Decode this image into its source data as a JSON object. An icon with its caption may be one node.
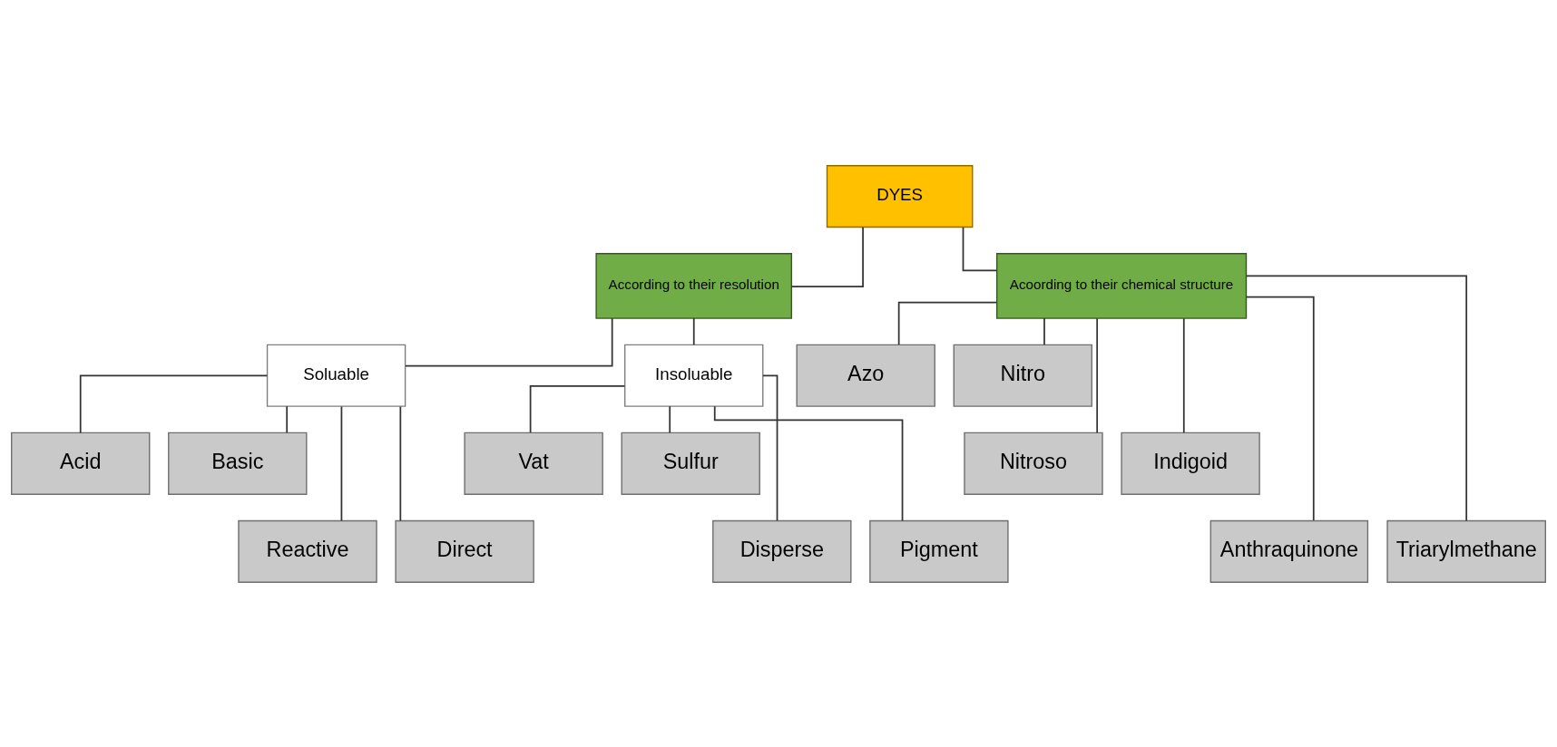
{
  "diagram": {
    "nodes": [
      {
        "text": [
          "DYES"
        ]
      },
      {
        "text": [
          "According to their resolution"
        ]
      },
      {
        "text": [
          "Acoording to their chemical structure"
        ]
      },
      {
        "text": [
          "Soluable"
        ]
      },
      {
        "text": [
          "Insoluable"
        ]
      },
      {
        "text": [
          "Acid"
        ]
      },
      {
        "text": [
          "Basic"
        ]
      },
      {
        "text": [
          "Reactive"
        ]
      },
      {
        "text": [
          "Direct"
        ]
      },
      {
        "text": [
          "Vat"
        ]
      },
      {
        "text": [
          "Sulfur"
        ]
      },
      {
        "text": [
          "Disperse"
        ]
      },
      {
        "text": [
          "Pigment"
        ]
      },
      {
        "text": [
          "Azo"
        ]
      },
      {
        "text": [
          "Nitro"
        ]
      },
      {
        "text": [
          "Nitroso"
        ]
      },
      {
        "text": [
          "Indigoid"
        ]
      },
      {
        "text": [
          "Anthraquinone"
        ]
      },
      {
        "text": [
          "Triarylmethane"
        ]
      }
    ],
    "edges": [
      {
        "from": 0,
        "to": 1,
        "arrow": "none"
      },
      {
        "from": 0,
        "to": 2,
        "arrow": "none"
      },
      {
        "from": 1,
        "to": 3,
        "arrow": "none"
      },
      {
        "from": 1,
        "to": 4,
        "arrow": "none"
      },
      {
        "from": 3,
        "to": 5,
        "arrow": "none"
      },
      {
        "from": 3,
        "to": 6,
        "arrow": "none"
      },
      {
        "from": 3,
        "to": 7,
        "arrow": "none"
      },
      {
        "from": 3,
        "to": 8,
        "arrow": "none"
      },
      {
        "from": 4,
        "to": 9,
        "arrow": "none"
      },
      {
        "from": 4,
        "to": 10,
        "arrow": "none"
      },
      {
        "from": 4,
        "to": 11,
        "arrow": "none"
      },
      {
        "from": 4,
        "to": 12,
        "arrow": "none"
      },
      {
        "from": 2,
        "to": 13,
        "arrow": "none"
      },
      {
        "from": 2,
        "to": 14,
        "arrow": "none"
      },
      {
        "from": 2,
        "to": 15,
        "arrow": "none"
      },
      {
        "from": 2,
        "to": 16,
        "arrow": "none"
      },
      {
        "from": 2,
        "to": 17,
        "arrow": "none"
      },
      {
        "from": 2,
        "to": 18,
        "arrow": "none"
      }
    ]
  }
}
